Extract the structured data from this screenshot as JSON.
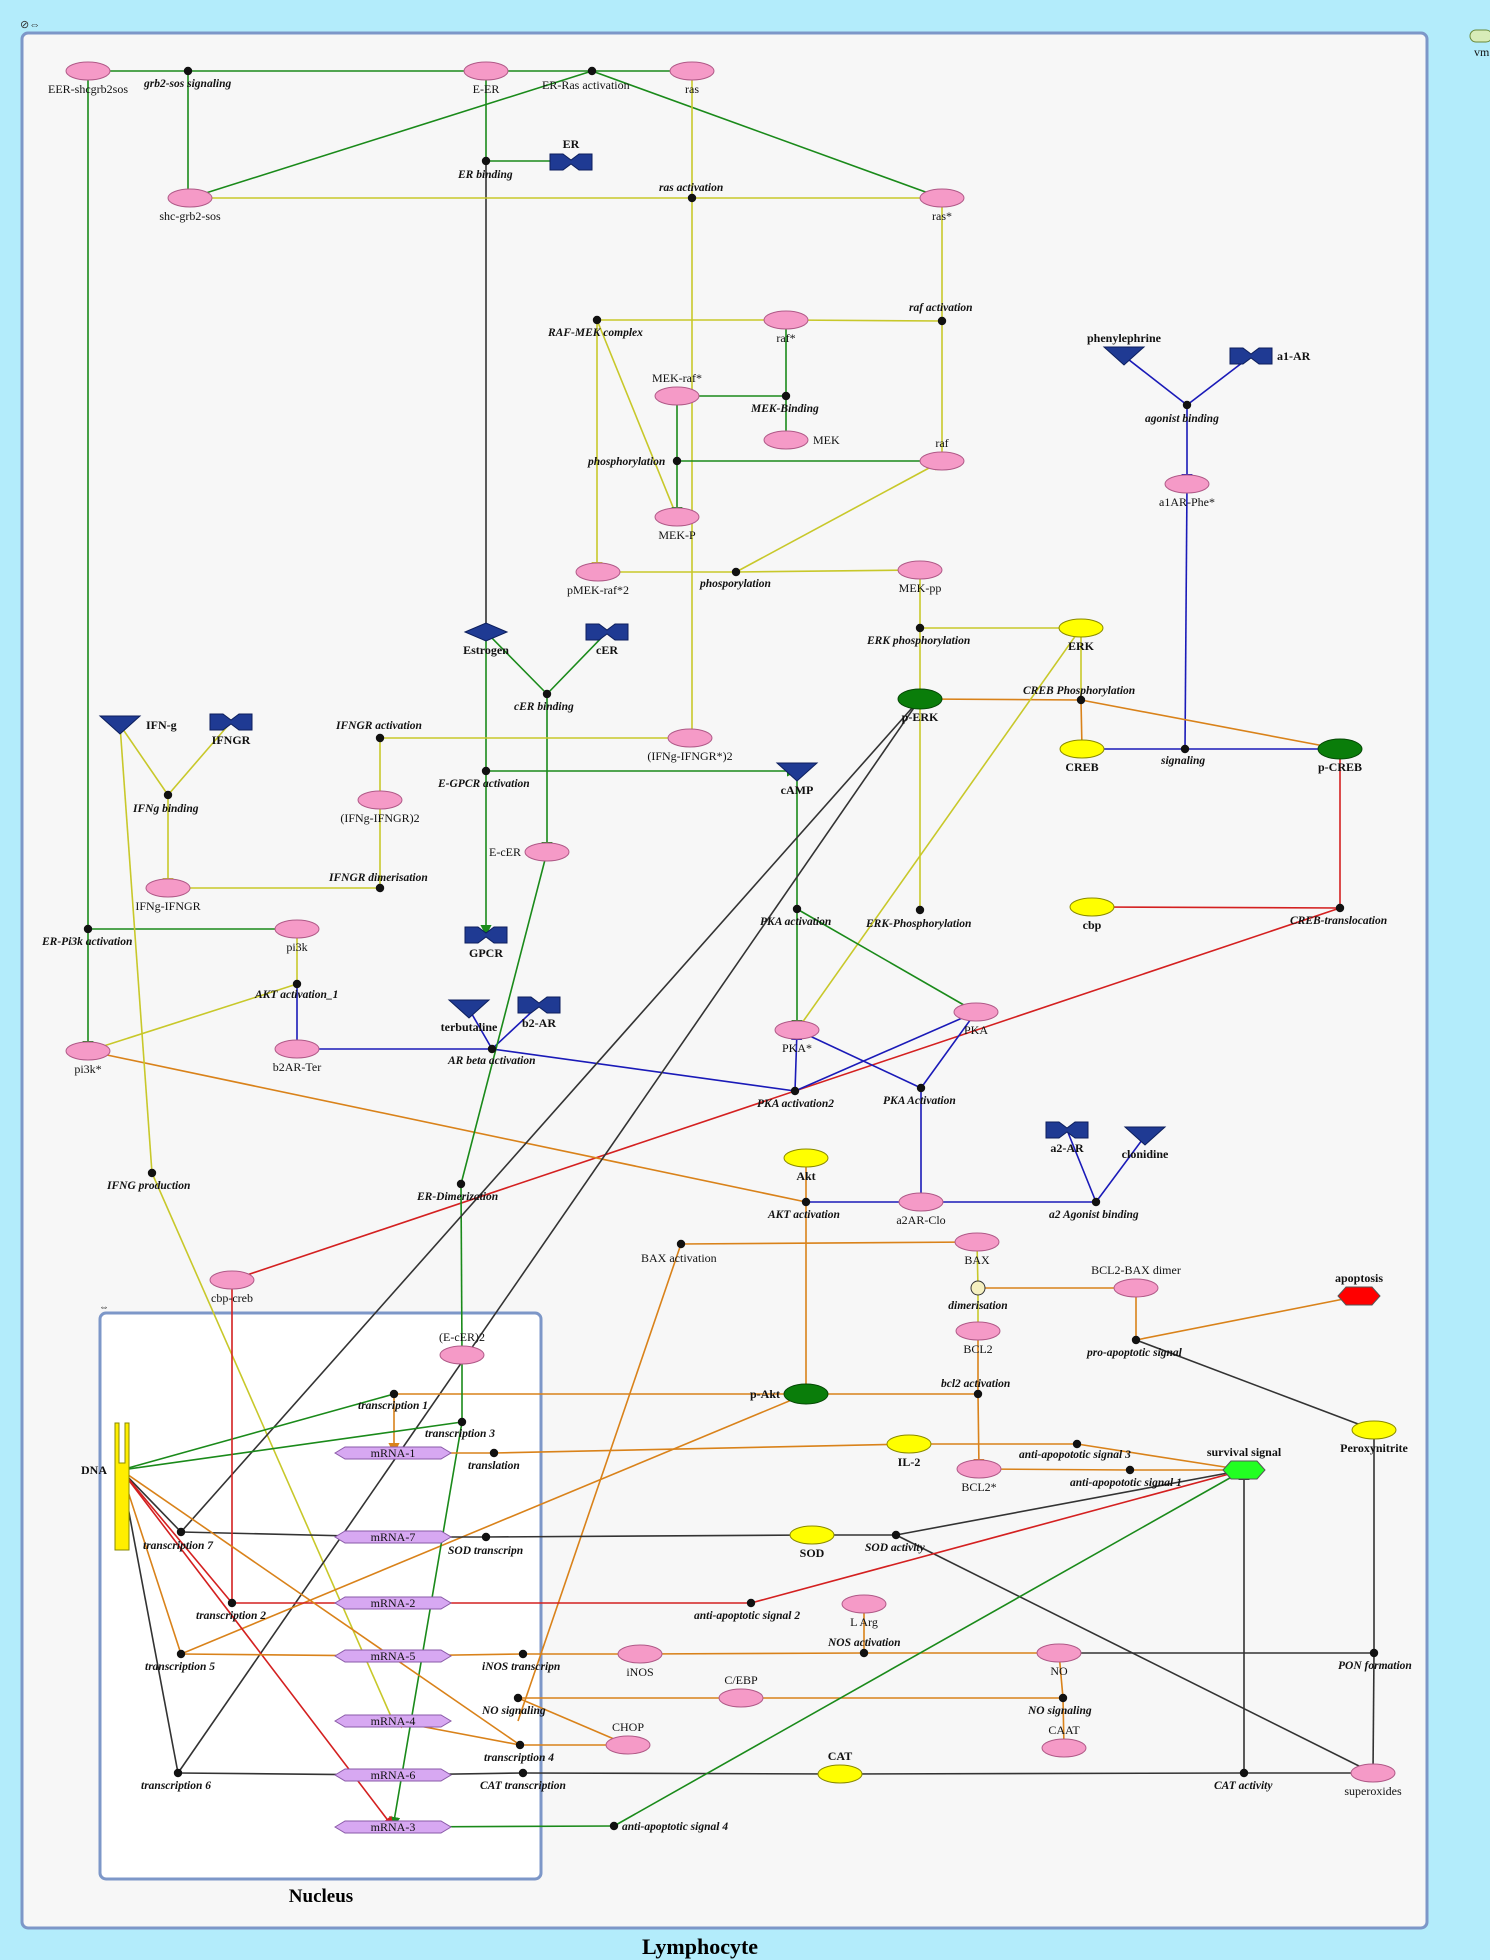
{
  "page": {
    "title": "Lymphocyte",
    "nucleus_label": "Nucleus",
    "corner_legend": "vm"
  },
  "colors": {
    "background": "#b3ecfb",
    "compartment_fill": "#f7f7f7",
    "compartment_border": "#7d97c8",
    "protein": "#f59ac7",
    "small_molecule": "#ffff00",
    "complex_green": "#0a7d0a",
    "receptor": "#1f3a93",
    "mrna": "#d7a8f2",
    "edge_green": "#1a8a1a",
    "edge_yellow": "#c8c82a",
    "edge_orange": "#d9821a",
    "edge_red": "#d42020",
    "edge_blue": "#1a1ab8",
    "edge_gray": "#333333"
  },
  "nodes": [
    {
      "id": "eer_shc",
      "label": "EER-shcgrb2sos",
      "shape": "protein"
    },
    {
      "id": "eer",
      "label": "E-ER",
      "shape": "protein"
    },
    {
      "id": "ras",
      "label": "ras",
      "shape": "protein"
    },
    {
      "id": "shc",
      "label": "shc-grb2-sos",
      "shape": "protein"
    },
    {
      "id": "ras_star",
      "label": "ras*",
      "shape": "protein"
    },
    {
      "id": "raf_star",
      "label": "raf*",
      "shape": "protein"
    },
    {
      "id": "mek_raf",
      "label": "MEK-raf*",
      "shape": "protein"
    },
    {
      "id": "mek",
      "label": "MEK",
      "shape": "protein"
    },
    {
      "id": "raf",
      "label": "raf",
      "shape": "protein"
    },
    {
      "id": "mek_p",
      "label": "MEK-P",
      "shape": "protein"
    },
    {
      "id": "pmek",
      "label": "pMEK-raf*2",
      "shape": "protein"
    },
    {
      "id": "mekpp",
      "label": "MEK-pp",
      "shape": "protein"
    },
    {
      "id": "a1arphe",
      "label": "a1AR-Phe*",
      "shape": "protein"
    },
    {
      "id": "ifng_ifngr2star",
      "label": "(IFNg-IFNGR*)2",
      "shape": "protein"
    },
    {
      "id": "ifng_ifngr2",
      "label": "(IFNg-IFNGR)2",
      "shape": "protein"
    },
    {
      "id": "ifng_ifngr",
      "label": "IFNg-IFNGR",
      "shape": "protein"
    },
    {
      "id": "ecer",
      "label": "E-cER",
      "shape": "protein"
    },
    {
      "id": "pi3k",
      "label": "pi3k",
      "shape": "protein"
    },
    {
      "id": "pi3kstar",
      "label": "pi3k*",
      "shape": "protein"
    },
    {
      "id": "b2arter",
      "label": "b2AR-Ter",
      "shape": "protein"
    },
    {
      "id": "pkastar",
      "label": "PKA*",
      "shape": "protein"
    },
    {
      "id": "pka",
      "label": "PKA",
      "shape": "protein"
    },
    {
      "id": "a2arclo",
      "label": "a2AR-Clo",
      "shape": "protein"
    },
    {
      "id": "bax",
      "label": "BAX",
      "shape": "protein"
    },
    {
      "id": "bcl2baxd",
      "label": "BCL2-BAX dimer",
      "shape": "protein"
    },
    {
      "id": "bcl2",
      "label": "BCL2",
      "shape": "protein"
    },
    {
      "id": "bcl2star",
      "label": "BCL2*",
      "shape": "protein"
    },
    {
      "id": "cbpcreb",
      "label": "cbp-creb",
      "shape": "protein"
    },
    {
      "id": "ecer2",
      "label": "(E-cER)2",
      "shape": "protein"
    },
    {
      "id": "larg",
      "label": "L Arg",
      "shape": "protein"
    },
    {
      "id": "inos",
      "label": "iNOS",
      "shape": "protein"
    },
    {
      "id": "no",
      "label": "NO",
      "shape": "protein"
    },
    {
      "id": "cebp",
      "label": "C/EBP",
      "shape": "protein"
    },
    {
      "id": "chop",
      "label": "CHOP",
      "shape": "protein"
    },
    {
      "id": "caat",
      "label": "CAAT",
      "shape": "protein"
    },
    {
      "id": "superoxides",
      "label": "superoxides",
      "shape": "protein"
    },
    {
      "id": "erk",
      "label": "ERK",
      "shape": "small"
    },
    {
      "id": "creb",
      "label": "CREB",
      "shape": "small"
    },
    {
      "id": "cbp",
      "label": "cbp",
      "shape": "small"
    },
    {
      "id": "akt",
      "label": "Akt",
      "shape": "small"
    },
    {
      "id": "il2",
      "label": "IL-2",
      "shape": "small"
    },
    {
      "id": "sod",
      "label": "SOD",
      "shape": "small"
    },
    {
      "id": "cat",
      "label": "CAT",
      "shape": "small"
    },
    {
      "id": "peroxynitrite",
      "label": "Peroxynitrite",
      "shape": "small"
    },
    {
      "id": "perk",
      "label": "p-ERK",
      "shape": "complex"
    },
    {
      "id": "pcreb",
      "label": "p-CREB",
      "shape": "complex"
    },
    {
      "id": "pakt",
      "label": "p-Akt",
      "shape": "complex"
    },
    {
      "id": "er",
      "label": "ER",
      "shape": "receptor"
    },
    {
      "id": "phenylephrine",
      "label": "phenylephrine",
      "shape": "receptor"
    },
    {
      "id": "a1ar",
      "label": "a1-AR",
      "shape": "receptor"
    },
    {
      "id": "estrogen",
      "label": "Estrogen",
      "shape": "receptor"
    },
    {
      "id": "cer",
      "label": "cER",
      "shape": "receptor"
    },
    {
      "id": "ifngl",
      "label": "IFN-g",
      "shape": "receptor"
    },
    {
      "id": "ifngr",
      "label": "IFNGR",
      "shape": "receptor"
    },
    {
      "id": "camp",
      "label": "cAMP",
      "shape": "receptor"
    },
    {
      "id": "gpcr",
      "label": "GPCR",
      "shape": "receptor"
    },
    {
      "id": "terbutaline",
      "label": "terbutaline",
      "shape": "receptor"
    },
    {
      "id": "b2ar",
      "label": "b2-AR",
      "shape": "receptor"
    },
    {
      "id": "a2ar",
      "label": "a2-AR",
      "shape": "receptor"
    },
    {
      "id": "clonidine",
      "label": "clonidine",
      "shape": "receptor"
    },
    {
      "id": "apoptosis",
      "label": "apoptosis",
      "shape": "outcome"
    },
    {
      "id": "survival",
      "label": "survival signal",
      "shape": "outcome"
    },
    {
      "id": "dna",
      "label": "DNA",
      "shape": "gene"
    },
    {
      "id": "mrna1",
      "label": "mRNA-1",
      "shape": "mrna"
    },
    {
      "id": "mrna7",
      "label": "mRNA-7",
      "shape": "mrna"
    },
    {
      "id": "mrna2",
      "label": "mRNA-2",
      "shape": "mrna"
    },
    {
      "id": "mrna5",
      "label": "mRNA-5",
      "shape": "mrna"
    },
    {
      "id": "mrna4",
      "label": "mRNA-4",
      "shape": "mrna"
    },
    {
      "id": "mrna6",
      "label": "mRNA-6",
      "shape": "mrna"
    },
    {
      "id": "mrna3",
      "label": "mRNA-3",
      "shape": "mrna"
    },
    {
      "id": "dimerisation",
      "label": "dimerisation",
      "shape": "process"
    }
  ],
  "reactions": [
    {
      "id": "r_grb2",
      "label": "grb2-sos signaling"
    },
    {
      "id": "r_erras",
      "label": "ER-Ras activation",
      "plain": true
    },
    {
      "id": "r_erbind",
      "label": "ER binding"
    },
    {
      "id": "r_rasact",
      "label": "ras activation"
    },
    {
      "id": "r_rafact",
      "label": "raf activation"
    },
    {
      "id": "r_rafmek",
      "label": "RAF-MEK complex"
    },
    {
      "id": "r_mekbind",
      "label": "MEK-Binding"
    },
    {
      "id": "r_phos1",
      "label": "phosphorylation"
    },
    {
      "id": "r_phos2",
      "label": "phosporylation"
    },
    {
      "id": "r_agonist",
      "label": "agonist  binding"
    },
    {
      "id": "r_erkphos",
      "label": "ERK phosphorylation"
    },
    {
      "id": "r_crebphos",
      "label": "CREB Phosphorylation"
    },
    {
      "id": "r_signaling",
      "label": "signaling"
    },
    {
      "id": "r_cerbind",
      "label": "cER binding"
    },
    {
      "id": "r_ifngract",
      "label": "IFNGR activation"
    },
    {
      "id": "r_egpcr",
      "label": "E-GPCR activation"
    },
    {
      "id": "r_ifngbind",
      "label": "IFNg binding"
    },
    {
      "id": "r_ifngrdim",
      "label": "IFNGR dimerisation"
    },
    {
      "id": "r_erpi3k",
      "label": "ER-Pi3k activation"
    },
    {
      "id": "r_akt1",
      "label": "AKT activation_1"
    },
    {
      "id": "r_pkaact",
      "label": "PKA activation"
    },
    {
      "id": "r_erkphos2",
      "label": "ERK-Phosphorylation"
    },
    {
      "id": "r_creptrans",
      "label": "CREB-translocation"
    },
    {
      "id": "r_arbeta",
      "label": "AR beta activation"
    },
    {
      "id": "r_pka2",
      "label": "PKA activation2"
    },
    {
      "id": "r_pkaA",
      "label": "PKA Activation"
    },
    {
      "id": "r_ifngprod",
      "label": "IFNG production"
    },
    {
      "id": "r_erdim",
      "label": "ER-Dimerization"
    },
    {
      "id": "r_aktact",
      "label": "AKT activation"
    },
    {
      "id": "r_a2ag",
      "label": "a2 Agonist binding"
    },
    {
      "id": "r_baxact",
      "label": "BAX activation",
      "plain": true
    },
    {
      "id": "r_proapop",
      "label": "pro-apoptotic signal"
    },
    {
      "id": "r_bcl2act",
      "label": "bcl2 activation"
    },
    {
      "id": "r_tr1",
      "label": "transcription 1"
    },
    {
      "id": "r_tr3",
      "label": "transcription 3"
    },
    {
      "id": "r_translation",
      "label": "translation"
    },
    {
      "id": "r_anti3",
      "label": "anti-apopototic signal 3"
    },
    {
      "id": "r_anti1",
      "label": "anti-apopototic signal 1"
    },
    {
      "id": "r_tr7",
      "label": "transcription 7"
    },
    {
      "id": "r_sodtr",
      "label": "SOD transcripn"
    },
    {
      "id": "r_sodact",
      "label": "SOD activity"
    },
    {
      "id": "r_tr2",
      "label": "transcription 2"
    },
    {
      "id": "r_anti2",
      "label": "anti-apoptotic signal 2"
    },
    {
      "id": "r_tr5",
      "label": "transcription 5"
    },
    {
      "id": "r_inostr",
      "label": "iNOS transcripn"
    },
    {
      "id": "r_nosact",
      "label": "NOS activation"
    },
    {
      "id": "r_ponform",
      "label": "PON formation"
    },
    {
      "id": "r_nosig1",
      "label": "NO signaling"
    },
    {
      "id": "r_nosig2",
      "label": "NO signaling"
    },
    {
      "id": "r_tr4",
      "label": "transcription 4"
    },
    {
      "id": "r_tr6",
      "label": "transcription 6"
    },
    {
      "id": "r_cattr",
      "label": "CAT transcription"
    },
    {
      "id": "r_catact",
      "label": "CAT activity"
    },
    {
      "id": "r_anti4",
      "label": "anti-apoptotic signal 4"
    }
  ]
}
